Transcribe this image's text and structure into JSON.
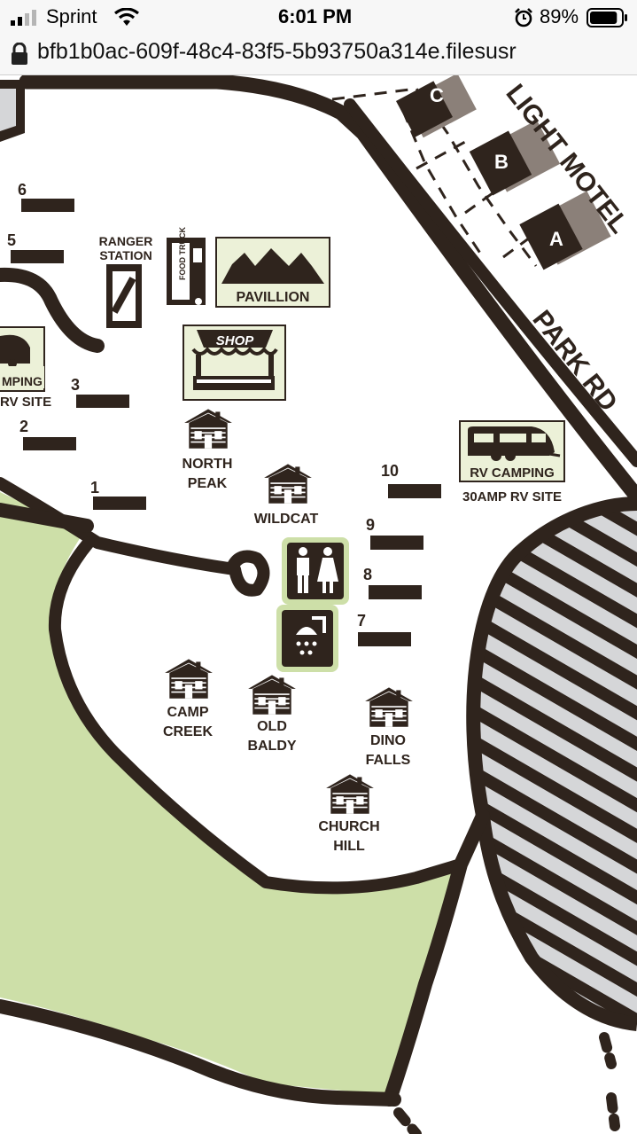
{
  "status_bar": {
    "carrier": "Sprint",
    "time": "6:01 PM",
    "battery": "89%",
    "battery_level": 0.89,
    "icons": [
      "signal-icon",
      "wifi-icon",
      "alarm-icon",
      "battery-icon",
      "lock-icon"
    ]
  },
  "browser": {
    "url": "bfb1b0ac-609f-48c4-83f5-5b93750a314e.filesusr"
  },
  "map": {
    "colors": {
      "road": "#2f241d",
      "grass": "#cddfa8",
      "hatch_bg": "#d5d6d8",
      "sign_bg": "#ecf1d8",
      "motel_shade": "#8b8079"
    },
    "road_labels": {
      "motel": "LIGHT MOTEL",
      "road": "PARK RD"
    },
    "motel_units": [
      "A",
      "B",
      "C"
    ],
    "lots": [
      "1",
      "2",
      "3",
      "5",
      "6",
      "7",
      "8",
      "9",
      "10"
    ],
    "ranger_station": [
      "RANGER",
      "STATION"
    ],
    "food_truck": "FOOD TRUCK",
    "pavilion": "PAVILLION",
    "shop": "SHOP",
    "rv_left": {
      "sign": "MPING",
      "caption": "RV SITE"
    },
    "rv_right": {
      "sign": "RV CAMPING",
      "caption": "30AMP RV SITE"
    },
    "cabins": {
      "north_peak": [
        "NORTH",
        "PEAK"
      ],
      "wildcat": "WILDCAT",
      "camp_creek": [
        "CAMP",
        "CREEK"
      ],
      "old_baldy": [
        "OLD",
        "BALDY"
      ],
      "dino_falls": [
        "DINO",
        "FALLS"
      ],
      "church_hill": [
        "CHURCH",
        "HILL"
      ]
    },
    "amenities": [
      "restroom-icon",
      "shower-icon"
    ]
  }
}
